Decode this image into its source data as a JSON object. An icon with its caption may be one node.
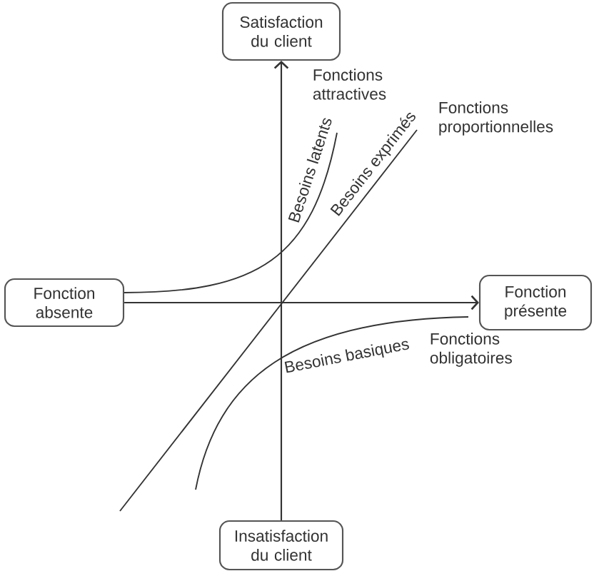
{
  "diagram": {
    "nodes": [
      {
        "text": [
          "Satisfaction du client"
        ]
      },
      {
        "text": [
          "Fonction absente"
        ]
      },
      {
        "text": [
          "Fonction présente"
        ]
      },
      {
        "text": [
          "Insatisfaction du client"
        ]
      }
    ],
    "edges": [
      {
        "from": 3,
        "to": 0,
        "arrow": "to"
      },
      {
        "from": 1,
        "to": 2,
        "arrow": "to"
      }
    ],
    "labels": [
      "Fonctions attractives",
      "Fonctions proportionnelles",
      "Besoins latents",
      "Besoins exprimés",
      "Besoins basiques",
      "Fonctions obligatoires"
    ]
  }
}
